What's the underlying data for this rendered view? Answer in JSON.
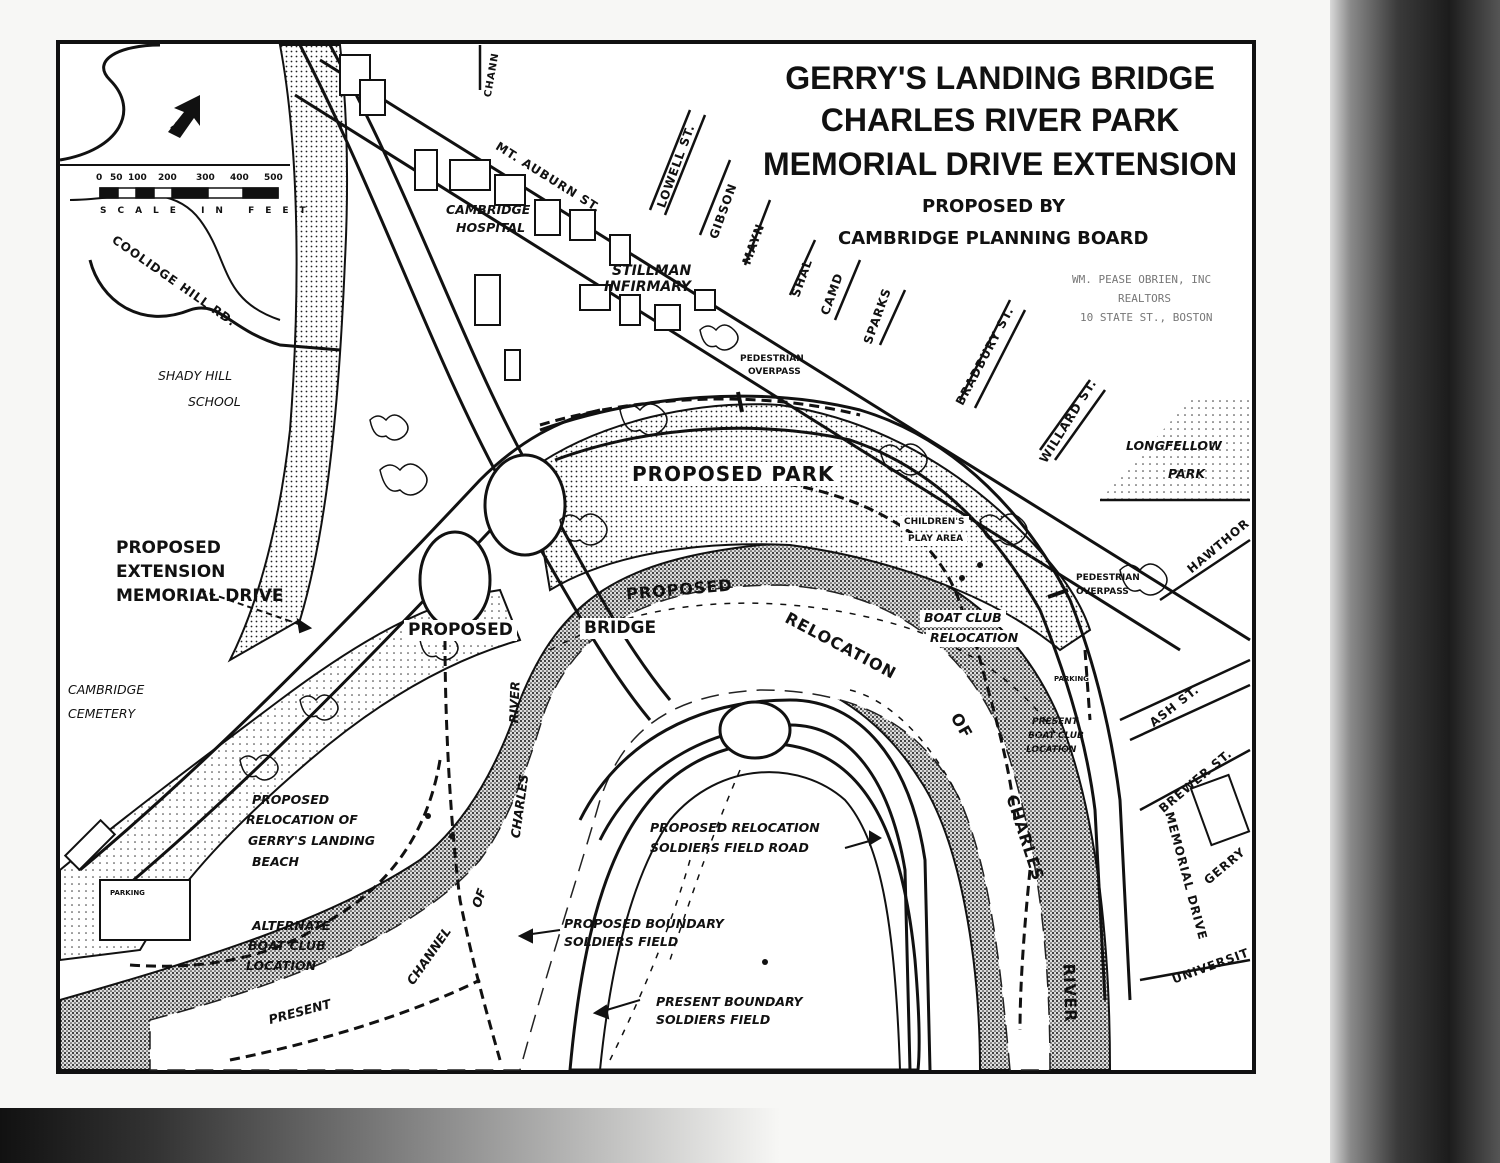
{
  "title": {
    "line1": "GERRY'S LANDING BRIDGE",
    "line2": "CHARLES RIVER PARK",
    "line3": "MEMORIAL DRIVE EXTENSION",
    "proposed_by": "PROPOSED BY",
    "board": "CAMBRIDGE PLANNING BOARD"
  },
  "stamp": {
    "line1": "WM. PEASE OBRIEN, INC",
    "line2": "REALTORS",
    "line3": "10 STATE ST., BOSTON"
  },
  "scale": {
    "ticks": [
      "0",
      "50",
      "100",
      "200",
      "300",
      "400",
      "500"
    ],
    "label": "SCALE IN FEET"
  },
  "north_arrow": {
    "label": "N"
  },
  "streets": {
    "chann": "CHANN",
    "mt_auburn": "MT. AUBURN ST.",
    "lowell": "LOWELL ST.",
    "gibson": "GIBSON",
    "mayn": "MAYN",
    "shal": "SHAL",
    "camd": "CAMD",
    "sparks": "SPARKS",
    "bradbury": "BRADBURY ST.",
    "willard": "WILLARD ST.",
    "hawthor": "HAWTHOR",
    "ash": "ASH ST.",
    "brewer": "BREWER ST.",
    "gerry": "GERRY",
    "memorial_drive": "MEMORIAL DRIVE",
    "university": "UNIVERSIT",
    "coolidge_hill": "COOLIDGE HILL RD."
  },
  "places": {
    "cambridge_hospital": [
      "CAMBRIDGE",
      "HOSPITAL"
    ],
    "stillman_infirmary": [
      "STILLMAN",
      "INFIRMARY"
    ],
    "shady_hill_school": [
      "SHADY HILL",
      "SCHOOL"
    ],
    "longfellow_park": [
      "LONGFELLOW",
      "PARK"
    ],
    "cambridge_cemetery": [
      "CAMBRIDGE",
      "CEMETERY"
    ],
    "pedestrian_overpass_1": [
      "PEDESTRIAN",
      "OVERPASS"
    ],
    "pedestrian_overpass_2": [
      "PEDESTRIAN",
      "OVERPASS"
    ],
    "childrens_play_area": [
      "CHILDREN'S",
      "PLAY AREA"
    ],
    "parking_1": "PARKING",
    "parking_2": "PARKING"
  },
  "proposals": {
    "proposed_park": "PROPOSED PARK",
    "extension_memorial_drive": [
      "PROPOSED",
      "EXTENSION",
      "MEMORIAL DRIVE"
    ],
    "proposed": "PROPOSED",
    "bridge": "BRIDGE",
    "relocation_river": [
      "PROPOSED",
      "RELOCATION",
      "OF",
      "CHARLES",
      "RIVER"
    ],
    "boat_club_relocation": [
      "BOAT CLUB",
      "RELOCATION"
    ],
    "present_boat_club": [
      "PRESENT",
      "BOAT CLUB",
      "LOCATION"
    ],
    "gerrys_landing_beach": [
      "PROPOSED",
      "RELOCATION OF",
      "GERRY'S LANDING",
      "BEACH"
    ],
    "alternate_boat_club": [
      "ALTERNATE",
      "BOAT CLUB",
      "LOCATION"
    ],
    "present_channel": [
      "PRESENT",
      "CHANNEL",
      "OF",
      "CHARLES",
      "RIVER"
    ],
    "soldiers_field_road": [
      "PROPOSED RELOCATION",
      "SOLDIERS FIELD ROAD"
    ],
    "proposed_boundary": [
      "PROPOSED BOUNDARY",
      "SOLDIERS FIELD"
    ],
    "present_boundary": [
      "PRESENT BOUNDARY",
      "SOLDIERS FIELD"
    ]
  }
}
